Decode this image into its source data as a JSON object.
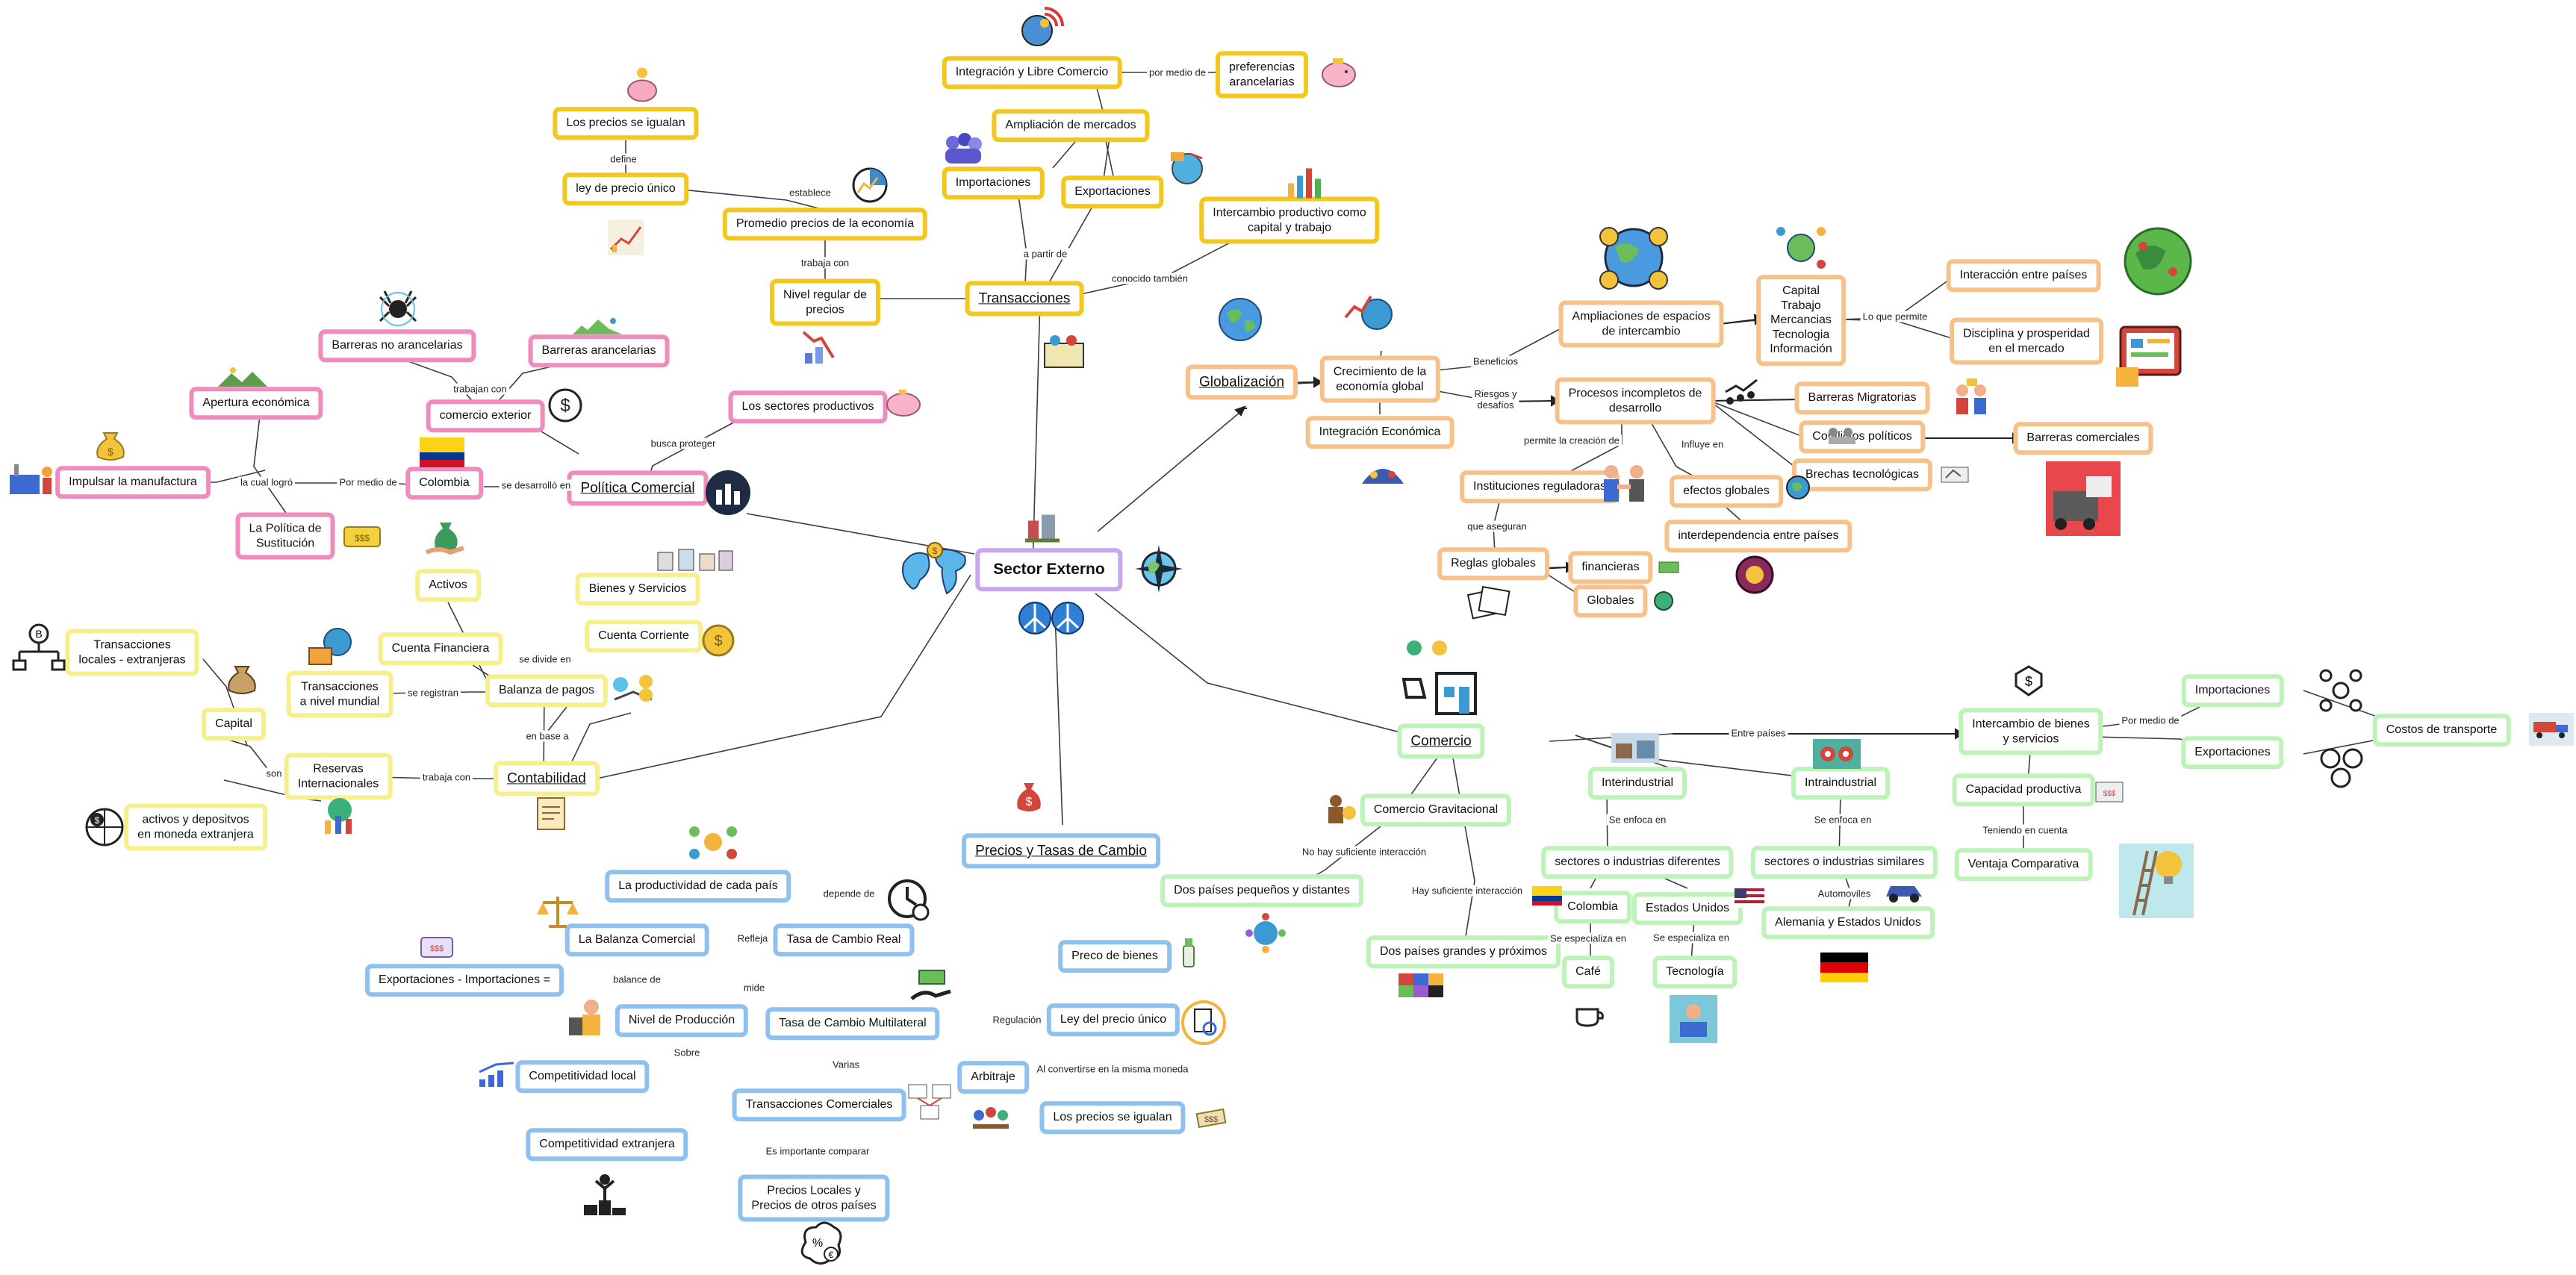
{
  "center": {
    "label": "Sector Externo",
    "color": "#c9a7f0"
  },
  "theme_colors": {
    "transacciones": "#f2c81e",
    "balanza": "#f7ef8e",
    "politica": "#ef8bbd",
    "globalizacion": "#f6c28a",
    "comercio": "#bdf2b8",
    "precios": "#8fc1ef"
  },
  "nodes": {
    "transacciones": "Transacciones",
    "integracion": "Integración y Libre Comercio",
    "pref": "preferencias\narancelarias",
    "ampliacion": "Ampliación de mercados",
    "importaciones_t": "Importaciones",
    "exportaciones_t": "Exportaciones",
    "intercambio_prod": "Intercambio productivo como\ncapital y trabajo",
    "promedio": "Promedio precios de la economía",
    "nivel_regular": "Nivel regular de\nprecios",
    "ley_unico": "ley de precio único",
    "precios_igualan_t": "Los precios se igualan",
    "politica": "Política Comercial",
    "colombia_p": "Colombia",
    "comercio_ext": "comercio exterior",
    "barreras_no": "Barreras no arancelarias",
    "barreras_ar": "Barreras arancelarias",
    "sectores_prod": "Los sectores productivos",
    "apertura": "Apertura económica",
    "impulsar": "Impulsar la manufactura",
    "politica_sust": "La Política de\nSustitución",
    "contabilidad": "Contabilidad",
    "balanza_pagos": "Balanza de pagos",
    "cuenta_corriente": "Cuenta Corriente",
    "bienes_serv": "Bienes y Servicios",
    "cuenta_fin": "Cuenta Financiera",
    "activos": "Activos",
    "trans_mundial": "Transacciones\na nivel mundial",
    "reservas": "Reservas\nInternacionales",
    "capital": "Capital",
    "trans_locales": "Transacciones\nlocales - extranjeras",
    "activos_dep": "activos y depositvos\nen moneda extranjera",
    "globalizacion": "Globalización",
    "crecimiento": "Crecimiento de la\neconomía global",
    "integracion_eco": "Integración Económica",
    "ampliaciones": "Ampliaciones de espacios\nde intercambio",
    "capital_trabajo": "Capital\nTrabajo\nMercancias\nTecnologia\nInformación",
    "interaccion": "Interacción entre países",
    "disciplina": "Disciplina y prosperidad\nen el mercado",
    "procesos": "Procesos incompletos de\ndesarrollo",
    "barreras_migr": "Barreras Migratorias",
    "conflictos": "Conflictos políticos",
    "brechas": "Brechas tecnológicas",
    "barreras_com": "Barreras comerciales",
    "instituciones": "Instituciones reguladoras",
    "reglas": "Reglas globales",
    "financieras": "financieras",
    "globales": "Globales",
    "efectos": "efectos globales",
    "interdependencia": "interdependencia entre países",
    "comercio": "Comercio",
    "comercio_grav": "Comercio Gravitacional",
    "dos_peq": "Dos países pequeños y distantes",
    "dos_gra": "Dos países grandes y próximos",
    "interindustrial": "Interindustrial",
    "intraindustrial": "Intraindustrial",
    "sect_dif": "sectores o industrias diferentes",
    "sect_sim": "sectores o industrias similares",
    "colombia_c": "Colombia",
    "estados_unidos": "Estados Unidos",
    "cafe": "Café",
    "tecnologia": "Tecnología",
    "alemania": "Alemania y Estados Unidos",
    "intercambio_bs": "Intercambio de bienes\ny servicios",
    "importaciones_c": "Importaciones",
    "exportaciones_c": "Exportaciones",
    "costos": "Costos de transporte",
    "capacidad": "Capacidad productiva",
    "ventaja": "Ventaja Comparativa",
    "precios_tasas": "Precios y Tasas de Cambio",
    "tasa_real": "Tasa de Cambio Real",
    "productividad": "La productividad de cada país",
    "balanza_com": "La Balanza Comercial",
    "export_import": "Exportaciones - Importaciones =",
    "nivel_prod": "Nivel de Producción",
    "comp_local": "Competitividad local",
    "comp_ext": "Competitividad extranjera",
    "tasa_multi": "Tasa de Cambio Multilateral",
    "trans_com": "Transacciones Comerciales",
    "precios_locales": "Precios Locales y\nPrecios de otros países",
    "preco": "Preco de bienes",
    "ley_precio": "Ley del precio único",
    "arbitraje": "Arbitraje",
    "precios_igualan_b": "Los precios se igualan"
  },
  "labels": {
    "por_medio_de": "por medio de",
    "establece": "establece",
    "define": "define",
    "trabaja_con": "trabaja con",
    "a_partir_de": "a partir de",
    "conocido_tambien": "conocido también",
    "busca_proteger": "busca proteger",
    "se_desarrollo_en": "se desarrolló en",
    "Por_medio_de": "Por medio de",
    "trabajan_con": "trabajan con",
    "la_cual_logro": "la cual logró",
    "se_divide_en": "se divide en",
    "se_registran": "se registran",
    "en_base_a": "en base a",
    "trabaja_con2": "trabaja con",
    "son": "son",
    "beneficios": "Beneficios",
    "riesgos": "Riesgos y\ndesafíos",
    "lo_que_permite": "Lo que permite",
    "permite_creacion": "permite la creación de",
    "influye_en": "Influye en",
    "que_aseguran": "que aseguran",
    "entre_paises": "Entre países",
    "por_medio_de_c": "Por medio de",
    "se_enfoca_1": "Se enfoca en",
    "se_enfoca_2": "Se enfoca en",
    "se_especializa_1": "Se especializa en",
    "se_especializa_2": "Se especializa en",
    "automoviles": "Automoviles",
    "teniendo": "Teniendo en cuenta",
    "no_hay": "No hay suficiente interacción",
    "hay": "Hay suficiente interacción",
    "depende_de": "depende de",
    "refleja": "Refleja",
    "balance_de": "balance de",
    "mide": "mide",
    "sobre": "Sobre",
    "varias": "Varias",
    "es_importante": "Es importante comparar",
    "regulacion": "Regulación",
    "al_convertirse": "Al convertirse en la misma moneda"
  }
}
